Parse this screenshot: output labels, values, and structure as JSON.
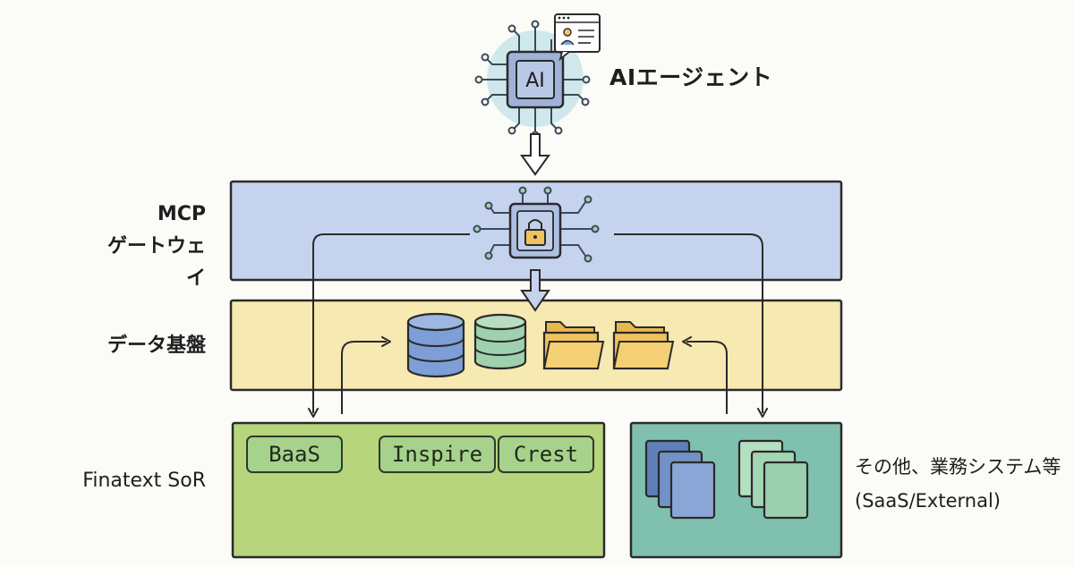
{
  "agent": {
    "label": "AIエージェント",
    "chip_text": "AI"
  },
  "layers": {
    "mcp": {
      "line1": "MCP",
      "line2": "ゲートウェイ"
    },
    "data_platform": {
      "label": "データ基盤"
    },
    "sor": {
      "label": "Finatext SoR",
      "systems": [
        "BaaS",
        "Inspire",
        "Crest"
      ]
    },
    "other": {
      "line1": "その他、業務システム等",
      "line2": "(SaaS/External)"
    }
  },
  "colors": {
    "mcp_band": "#c6d3ee",
    "data_band": "#f6e9b1",
    "sor_box": "#b7d57c",
    "other_box": "#7fc0ae",
    "system_chip": "#a7d28b",
    "db_blue": "#7d9ed6",
    "db_green": "#9fd1ae",
    "folder": "#f0c25c"
  },
  "icons": [
    "ai-chip-icon",
    "profile-card-icon",
    "lock-chip-icon",
    "database-icon",
    "folder-icon",
    "document-stack-icon"
  ]
}
